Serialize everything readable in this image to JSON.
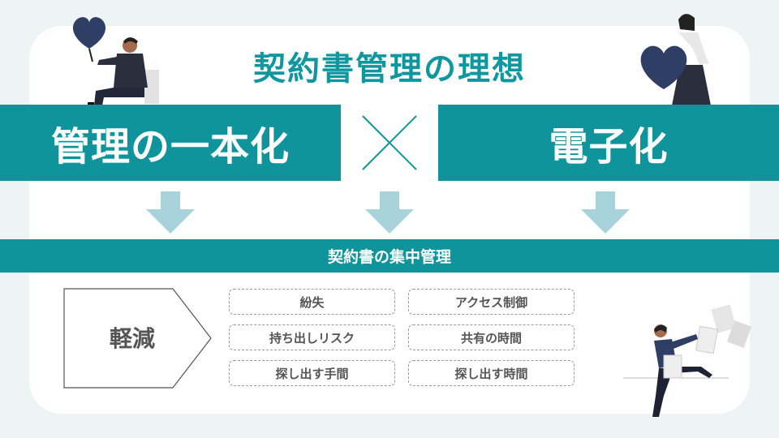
{
  "title": "契約書管理の理想",
  "left_band": "管理の一本化",
  "right_band": "電子化",
  "center_bar": "契約書の集中管理",
  "reduce_label": "軽減",
  "items": [
    {
      "label": "紛失"
    },
    {
      "label": "アクセス制御"
    },
    {
      "label": "持ち出しリスク"
    },
    {
      "label": "共有の時間"
    },
    {
      "label": "探し出す手間"
    },
    {
      "label": "探し出す時間"
    }
  ],
  "colors": {
    "accent": "#0f949c",
    "arrow": "#a9d3da",
    "heart": "#2f3e64"
  }
}
